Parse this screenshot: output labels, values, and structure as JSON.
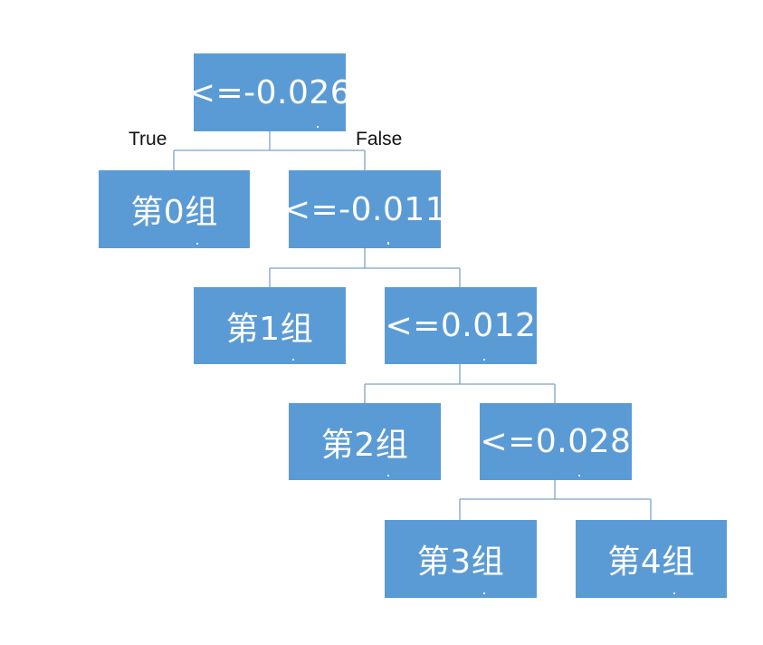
{
  "tree": {
    "root": {
      "label": "<=-0.026"
    },
    "edge_labels": {
      "true": "True",
      "false": "False"
    },
    "level1": {
      "leaf": "第0组",
      "split": "<=-0.011"
    },
    "level2": {
      "leaf": "第1组",
      "split": "<=0.012"
    },
    "level3": {
      "leaf": "第2组",
      "split": "<=0.028"
    },
    "level4": {
      "leaf_left": "第3组",
      "leaf_right": "第4组"
    }
  },
  "colors": {
    "node_fill": "#5b9bd5",
    "node_text": "#ffffff",
    "connector": "#7fa2c6"
  }
}
